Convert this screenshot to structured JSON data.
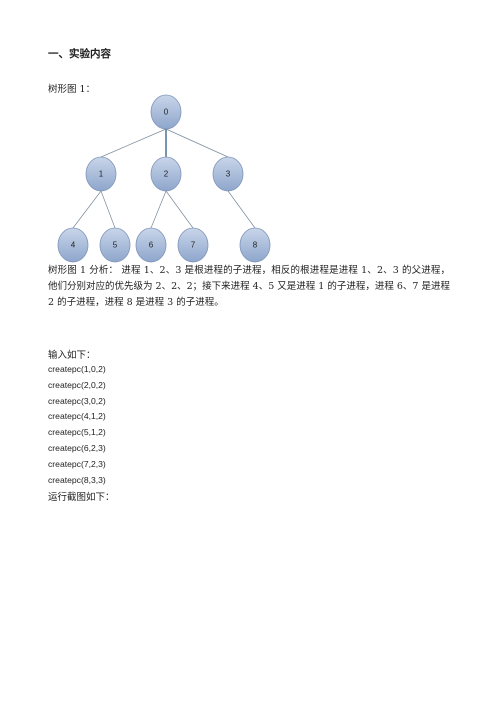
{
  "heading": "一、实验内容",
  "tree_caption": "树形图 1：",
  "tree": {
    "nodes": [
      {
        "id": "0",
        "label": "0"
      },
      {
        "id": "1",
        "label": "1"
      },
      {
        "id": "2",
        "label": "2"
      },
      {
        "id": "3",
        "label": "3"
      },
      {
        "id": "4",
        "label": "4"
      },
      {
        "id": "5",
        "label": "5"
      },
      {
        "id": "6",
        "label": "6"
      },
      {
        "id": "7",
        "label": "7"
      },
      {
        "id": "8",
        "label": "8"
      }
    ],
    "edges": [
      [
        "0",
        "1"
      ],
      [
        "0",
        "2"
      ],
      [
        "0",
        "3"
      ],
      [
        "1",
        "4"
      ],
      [
        "1",
        "5"
      ],
      [
        "2",
        "6"
      ],
      [
        "2",
        "7"
      ],
      [
        "3",
        "8"
      ]
    ],
    "colors": {
      "node_fill_top": "#c9d6ea",
      "node_fill_bottom": "#8ea6cc",
      "node_stroke": "#7f94b8",
      "edge": "#7a8a9a",
      "edge_highlight": "#1f4e79"
    }
  },
  "analysis_text": "树形图 1 分析： 进程 1、2、3 是根进程的子进程，相反的根进程是进程 1、2、3 的父进程，他们分别对应的优先级为 2、2、2；接下来进程 4、5 又是进程 1 的子进程，进程 6、7 是进程 2 的子进程，进程 8 是进程 3 的子进程。",
  "input_title": "输入如下：",
  "commands": [
    "createpc(1,0,2)",
    "createpc(2,0,2)",
    "createpc(3,0,2)",
    "createpc(4,1,2)",
    "createpc(5,1,2)",
    "createpc(6,2,3)",
    "createpc(7,2,3)",
    "createpc(8,3,3)"
  ],
  "screenshot_title": "运行截图如下："
}
